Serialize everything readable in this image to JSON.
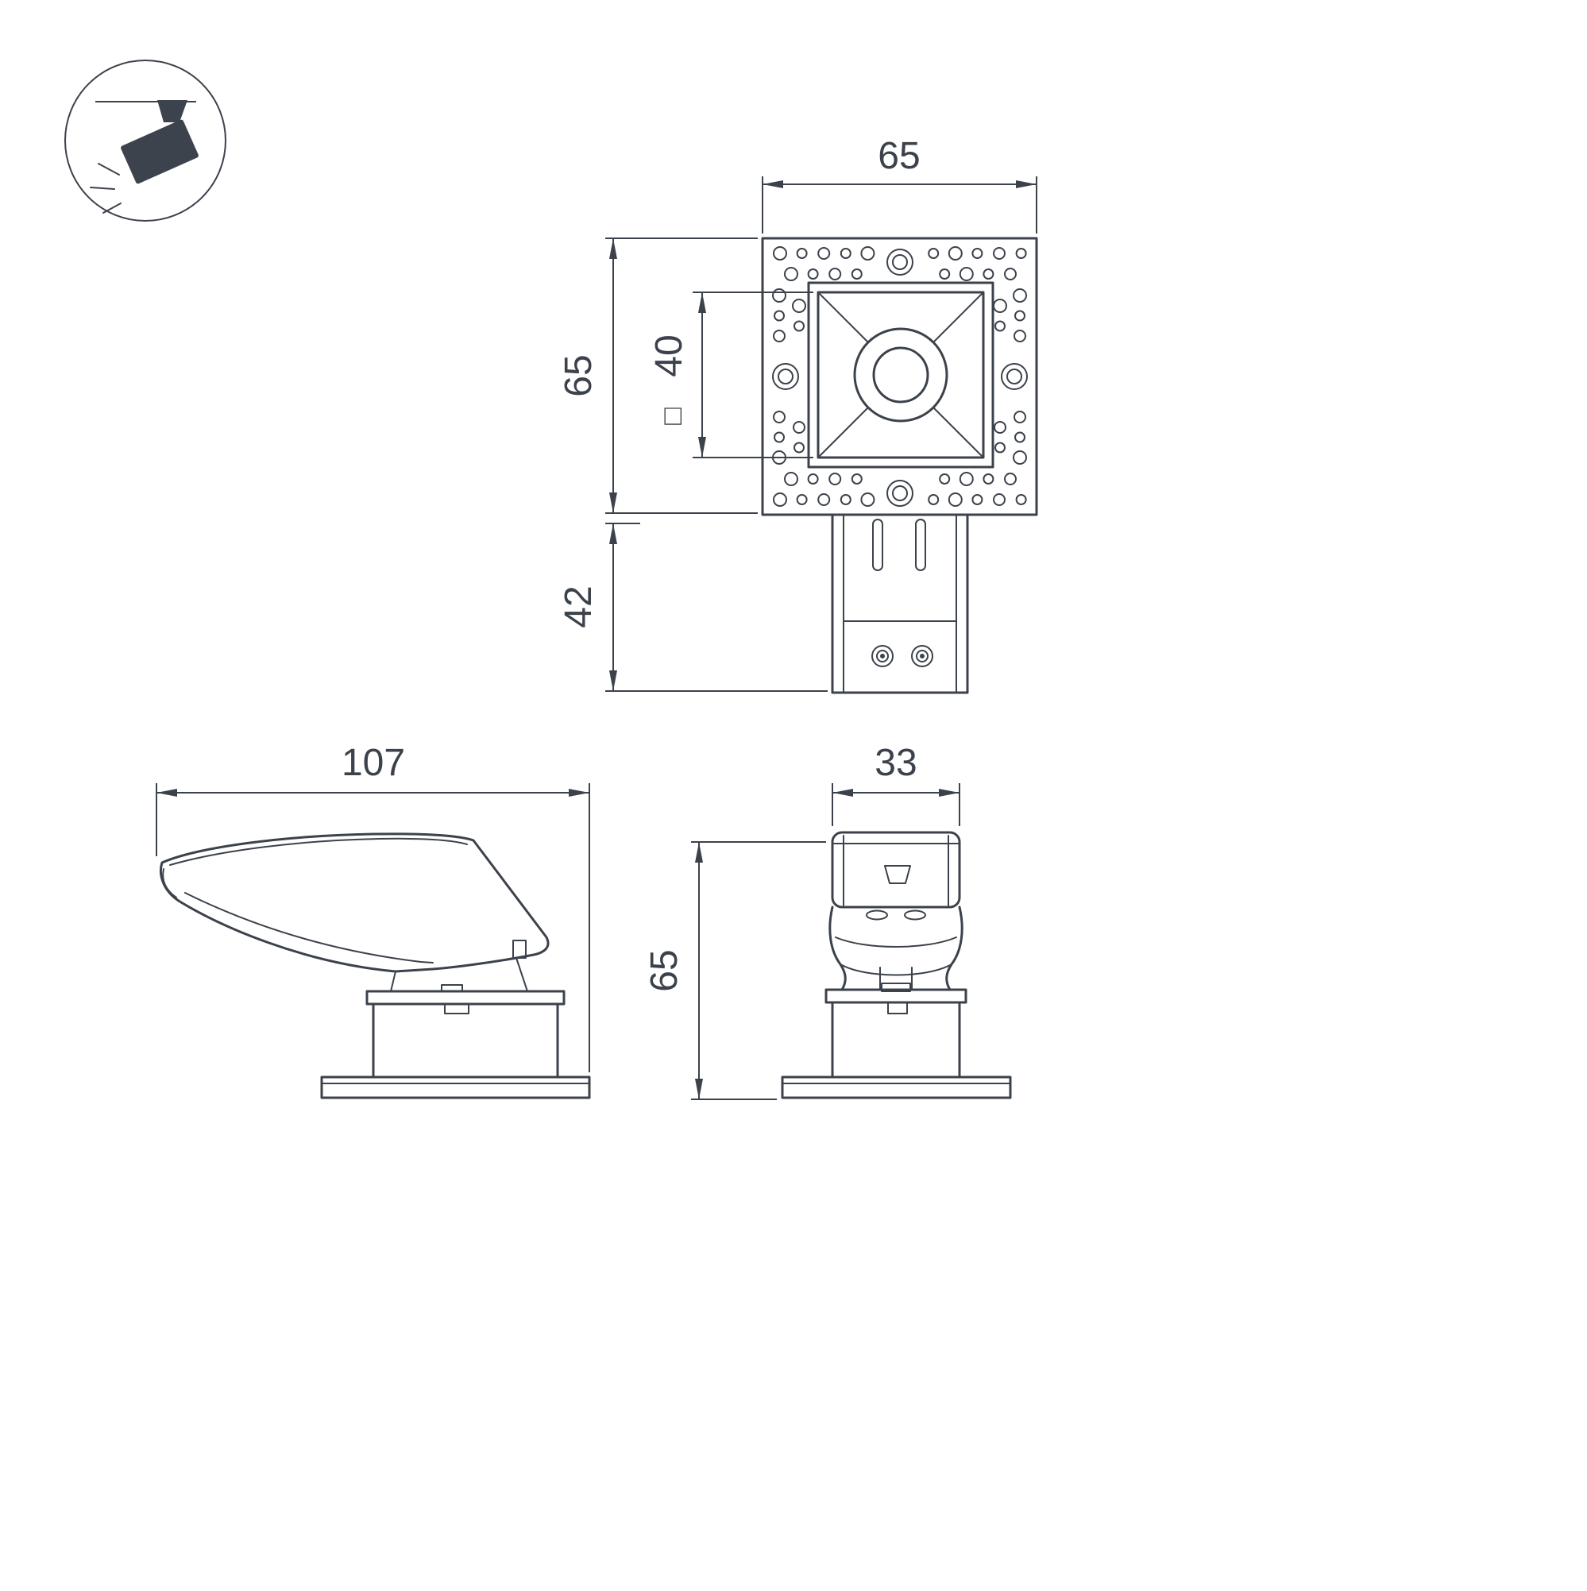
{
  "colors": {
    "line": "#3c424b",
    "icon_fill": "#3d434d",
    "background": "#ffffff"
  },
  "icons": {
    "spotlight": "ceiling-spotlight-icon"
  },
  "views": {
    "front": {
      "dim_width": "65",
      "dim_height": "65",
      "dim_bracket": "42",
      "dim_cutout_symbol": "□",
      "dim_cutout": "40"
    },
    "side": {
      "dim_length": "107"
    },
    "end": {
      "dim_width": "33",
      "dim_height": "65"
    }
  }
}
